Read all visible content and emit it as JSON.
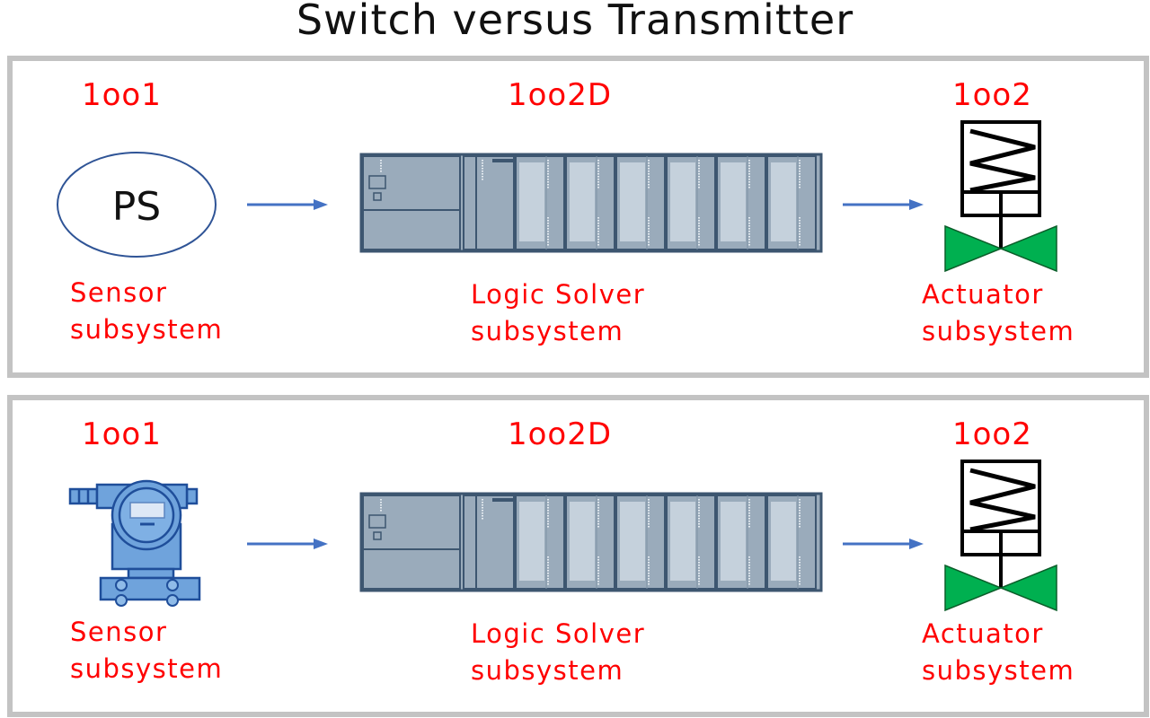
{
  "title": "Switch versus Transmitter",
  "colors": {
    "label_red": "#ff0000",
    "arrow_blue": "#4472c4",
    "valve_green": "#00b050",
    "plc_fill": "#9aabbb",
    "plc_stroke": "#3d5670",
    "transmitter_blue": "#5b9bd5",
    "frame_gray": "#c3c3c3"
  },
  "panels": [
    {
      "name": "switch",
      "sensor": {
        "voting": "1oo1",
        "icon": "pressure-switch-icon",
        "icon_text": "PS",
        "line1": "Sensor",
        "line2": "subsystem"
      },
      "logic": {
        "voting": "1oo2D",
        "icon": "plc-rack-icon",
        "line1": "Logic Solver",
        "line2": "subsystem"
      },
      "actuator": {
        "voting": "1oo2",
        "icon": "spring-valve-icon",
        "line1": "Actuator",
        "line2": "subsystem"
      }
    },
    {
      "name": "transmitter",
      "sensor": {
        "voting": "1oo1",
        "icon": "pressure-transmitter-icon",
        "line1": "Sensor",
        "line2": "subsystem"
      },
      "logic": {
        "voting": "1oo2D",
        "icon": "plc-rack-icon",
        "line1": "Logic Solver",
        "line2": "subsystem"
      },
      "actuator": {
        "voting": "1oo2",
        "icon": "spring-valve-icon",
        "line1": "Actuator",
        "line2": "subsystem"
      }
    }
  ]
}
